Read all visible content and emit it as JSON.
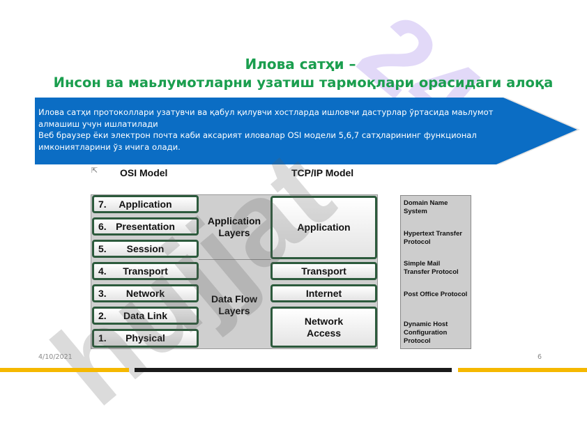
{
  "title": {
    "line1": "Илова сатҳи –",
    "line2": "Инсон ва маьлумотларни узатиш тармоқлари орасидаги алоқа"
  },
  "banner": {
    "para1": "Илова сатҳи протоколлари узатувчи ва қабул қилувчи хостларда ишловчи дастурлар ўртасида маьлумот алмашиш учун ишлатилади",
    "para2": "Веб браузер ёки электрон почта каби аксарият иловалар OSI модели 5,6,7 сатҳларининг функционал имкониятларини ўз ичига олади."
  },
  "diagram": {
    "osi_header": "OSI Model",
    "tcp_header": "TCP/IP Model",
    "osi": [
      {
        "n": "7.",
        "label": "Application"
      },
      {
        "n": "6.",
        "label": "Presentation"
      },
      {
        "n": "5.",
        "label": "Session"
      },
      {
        "n": "4.",
        "label": "Transport"
      },
      {
        "n": "3.",
        "label": "Network"
      },
      {
        "n": "2.",
        "label": "Data Link"
      },
      {
        "n": "1.",
        "label": "Physical"
      }
    ],
    "groups": [
      "Application Layers",
      "Data Flow Layers"
    ],
    "tcp": [
      "Application",
      "Transport",
      "Internet",
      "Network Access"
    ],
    "protocols": [
      "Domain Name System",
      "Hypertext Transfer Protocol",
      "Simple Mail Transfer Protocol",
      "Post Office Protocol",
      "Dynamic Host Configuration Protocol"
    ]
  },
  "watermark": {
    "text": "hujjat",
    "number": "24"
  },
  "footer": {
    "date": "4/10/2021",
    "page": "6"
  },
  "colors": {
    "title": "#1a9e4e",
    "banner": "#0b6dc4",
    "footer_yellow": "#f5b800",
    "footer_black": "#1a1a1a"
  }
}
